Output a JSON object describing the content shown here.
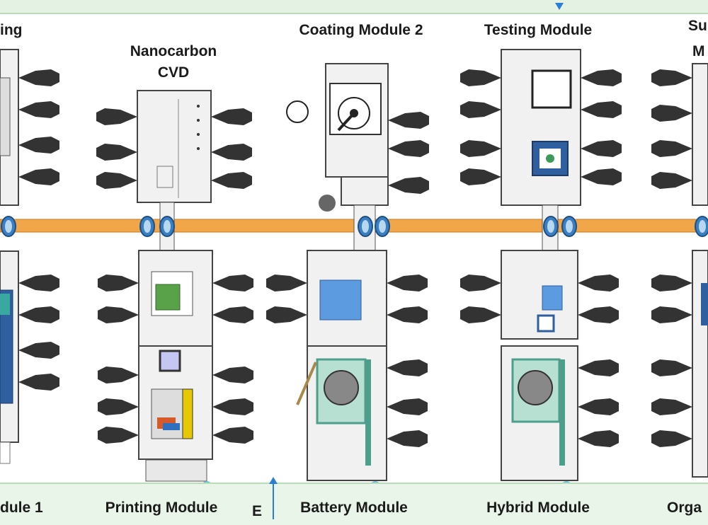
{
  "top_labels": {
    "left_cut": "ing",
    "nanocarbon_line1": "Nanocarbon",
    "nanocarbon_line2": "CVD",
    "coating2": "Coating Module 2",
    "testing": "Testing Module",
    "right_cut_line1": "Su",
    "right_cut_line2": "M"
  },
  "bottom_labels": {
    "left_cut": "dule 1",
    "printing": "Printing Module",
    "e_marker": "E",
    "battery": "Battery Module",
    "hybrid": "Hybrid Module",
    "right_cut": "Orga"
  },
  "colors": {
    "transfer_line": "#f2a64a",
    "band": "#e3f2e3",
    "arrow": "#2a7fd4",
    "chamber_fill": "#f1f1f1",
    "accent_blue": "#5c9be0",
    "accent_green": "#3f9a5a",
    "glovebox": "#4d9e8a"
  }
}
